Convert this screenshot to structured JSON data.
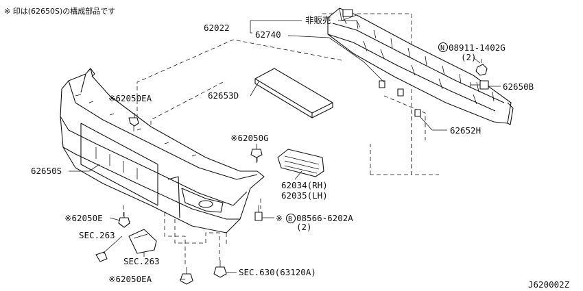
{
  "header_note": "※ 印は(62650S)の構成部品です",
  "diagram_code": "J620002Z",
  "labels": {
    "p62022": "62022",
    "hihanbai": "非販売",
    "p62740": "62740",
    "p08911": "08911-1402G",
    "p08911_qty": "(2)",
    "p62650B": "62650B",
    "p62653D": "62653D",
    "p62652H": "62652H",
    "p62050EA_top": "※62050EA",
    "p62050G": "※62050G",
    "p62650S": "62650S",
    "p62034": "62034(RH)",
    "p62035": "62035(LH)",
    "p62050E": "※62050E",
    "p08566": "08566-6202A",
    "p08566_qty": "(2)",
    "sec263_a": "SEC.263",
    "sec263_b": "SEC.263",
    "sec630": "SEC.630(63120A)",
    "p62050EA_bottom": "※62050EA"
  },
  "symbols": {
    "nut_symbol": "N",
    "bolt_symbol": "B"
  }
}
